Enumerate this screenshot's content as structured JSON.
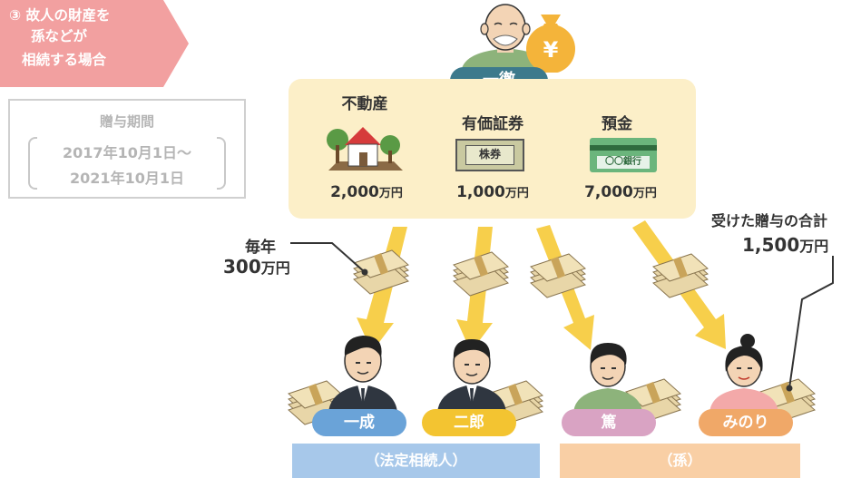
{
  "case": {
    "line1": "③ 故人の財産を",
    "line2": "孫などが",
    "line3": "相続する場合"
  },
  "period": {
    "title": "贈与期間",
    "from": "2017年10月1日〜",
    "to": "2021年10月1日"
  },
  "deceased": {
    "name": "一徹",
    "money_symbol": "¥"
  },
  "assets": [
    {
      "label": "不動産",
      "value": "2,000",
      "unit": "万円",
      "icon": "house-icon"
    },
    {
      "label": "有価証券",
      "value": "1,000",
      "unit": "万円",
      "icon": "stock-certificate-icon",
      "icon_text": "株券"
    },
    {
      "label": "預金",
      "value": "7,000",
      "unit": "万円",
      "icon": "bankbook-icon",
      "icon_text": "〇〇銀行"
    }
  ],
  "annual_gift": {
    "line1": "毎年",
    "amount": "300",
    "unit": "万円"
  },
  "total_gift": {
    "line1": "受けた贈与の合計",
    "amount": "1,500",
    "unit": "万円"
  },
  "people": [
    {
      "name": "一成",
      "color": "#6aa3d8"
    },
    {
      "name": "二郎",
      "color": "#f3c431"
    },
    {
      "name": "篤",
      "color": "#d9a3c3"
    },
    {
      "name": "みのり",
      "color": "#f0a868"
    }
  ],
  "groups": [
    {
      "label": "（法定相続人）",
      "color": "#a7c8ea"
    },
    {
      "label": "（孫）",
      "color": "#f9cfa5"
    }
  ],
  "colors": {
    "banner": "#f2a0a0",
    "assets_bg": "#fcefc8",
    "arrow": "#f7cf4b",
    "deceased_pill": "#3d7a8c",
    "money_bag": "#f4b43a"
  }
}
